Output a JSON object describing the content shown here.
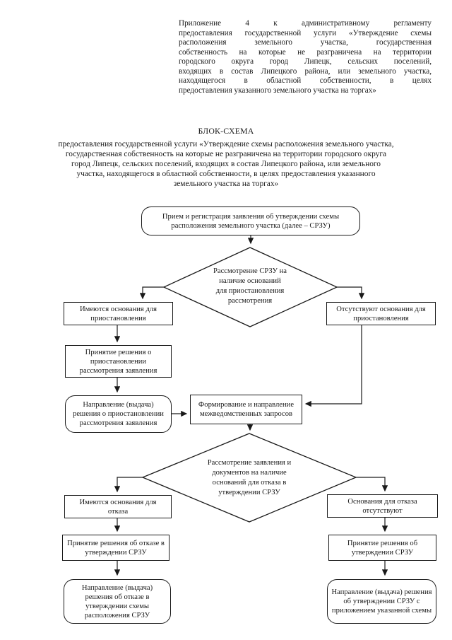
{
  "page": {
    "annex_note": {
      "lines": [
        "Приложение 4 к административному регламенту",
        "предоставления государственной услуги «Утверждение схемы",
        "расположения земельного участка, государственная",
        "собственность на которые не разграничена на территории",
        "городского округа город Липецк, сельских поселений,",
        "входящих в состав Липецкого района, или земельного участка,",
        "находящегося в областной собственности, в целях",
        "предоставления указанного земельного участка на торгах»"
      ]
    },
    "title": "БЛОК-СХЕМА",
    "subtitle_lines": [
      "предоставления государственной услуги «Утверждение схемы расположения земельного участка,",
      "государственная собственность на которые не разграничена на территории городского округа",
      "город Липецк, сельских поселений, входящих в состав Липецкого района, или земельного",
      "участка, находящегося в областной собственности, в целях предоставления указанного",
      "земельного участка на торгах»"
    ]
  },
  "flowchart": {
    "nodes": {
      "start": "Прием и регистрация заявления об утверждении схемы расположения земельного участка (далее – СРЗУ)",
      "decision_suspension_lines": [
        "Рассмотрение СРЗУ на",
        "наличие оснований",
        "для приостановления",
        "рассмотрения"
      ],
      "grounds_suspend_yes": "Имеются основания для приостановления",
      "grounds_suspend_no": "Отсутствуют основания для приостановления",
      "decide_suspend": "Принятие решения о приостановлении рассмотрения заявления",
      "send_suspend": "Направление (выдача) решения о приостановлении рассмотрения заявления",
      "interagency": "Формирование и направление межведомственных запросов",
      "decision_refusal_lines": [
        "Рассмотрение заявления и",
        "документов на наличие",
        "оснований для отказа в",
        "утверждении СРЗУ"
      ],
      "grounds_refuse_yes": "Имеются основания для отказа",
      "grounds_refuse_no": "Основания для отказа отсутствуют",
      "decide_refuse": "Принятие решения об отказе в утверждении СРЗУ",
      "decide_approve": "Принятие решения об утверждении СРЗУ",
      "send_refuse": "Направление (выдача) решения об отказе в утверждении схемы расположения СРЗУ",
      "send_approve": "Направление (выдача) решения об утверждении СРЗУ с приложением указанной схемы"
    },
    "colors": {
      "line": "#1a1a1a",
      "box_border": "#1a1a1a",
      "text": "#1a1a1a",
      "background": "#ffffff"
    }
  }
}
